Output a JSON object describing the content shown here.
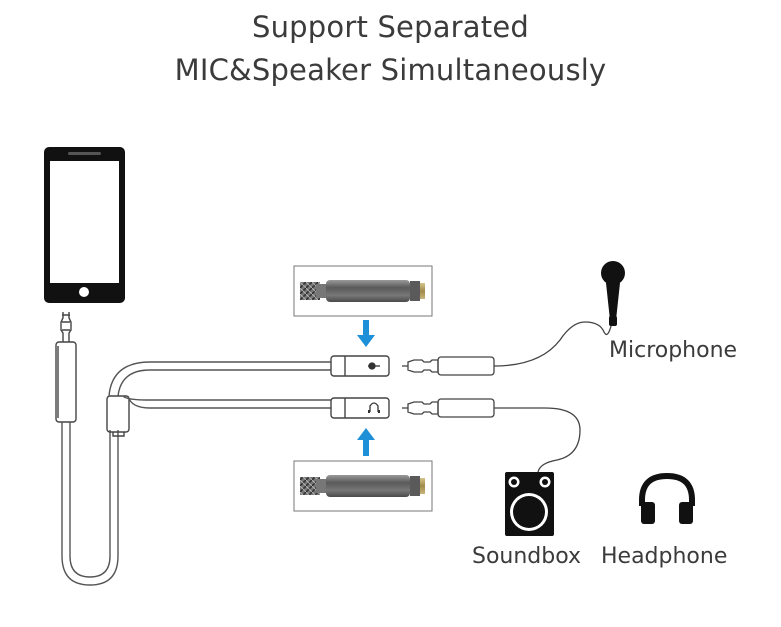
{
  "title": {
    "line1": "Support Separated",
    "line2": "MIC&Speaker Simultaneously"
  },
  "labels": {
    "microphone": "Microphone",
    "soundbox": "Soundbox",
    "headphone": "Headphone"
  },
  "icons": {
    "phone": "smartphone-icon",
    "microphone": "microphone-icon",
    "soundbox": "speaker-icon",
    "headphone": "headphone-icon",
    "mic_port": "microphone-port-icon",
    "headphone_port": "headphone-port-icon"
  },
  "colors": {
    "arrow": "#1e90d8",
    "outline": "#444444",
    "icon": "#111111",
    "connector": "#6f6f6f"
  }
}
